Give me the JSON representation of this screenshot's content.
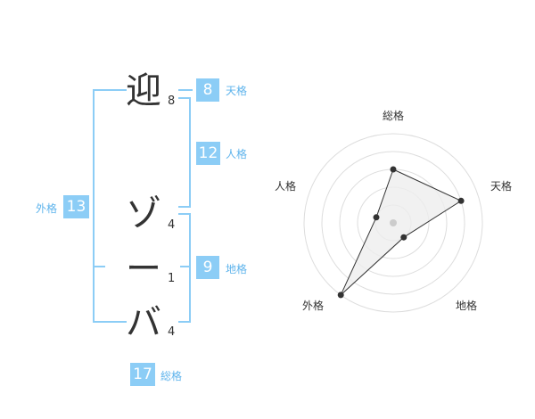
{
  "name": {
    "chars": [
      {
        "char": "迎",
        "strokes": "8"
      },
      {
        "char": "ゾ",
        "strokes": "4"
      },
      {
        "char": "ー",
        "strokes": "1"
      },
      {
        "char": "バ",
        "strokes": "4"
      }
    ]
  },
  "kaku": {
    "tenkaku": {
      "value": "8",
      "label": "天格"
    },
    "jinkaku": {
      "value": "12",
      "label": "人格"
    },
    "chikaku": {
      "value": "9",
      "label": "地格"
    },
    "gaikaku": {
      "value": "13",
      "label": "外格"
    },
    "soukaku": {
      "value": "17",
      "label": "総格"
    }
  },
  "chart_data": {
    "type": "radar",
    "axes": [
      "総格",
      "天格",
      "地格",
      "外格",
      "人格"
    ],
    "values": [
      3,
      4,
      1,
      5,
      1
    ],
    "max": 5,
    "rings": 5,
    "center_dot_color": "#cccccc",
    "line_color": "#333333",
    "fill_color": "#eeeeee"
  },
  "colors": {
    "accent": "#8ccdf6",
    "accent_text": "#5fb4ec",
    "text": "#333333"
  }
}
